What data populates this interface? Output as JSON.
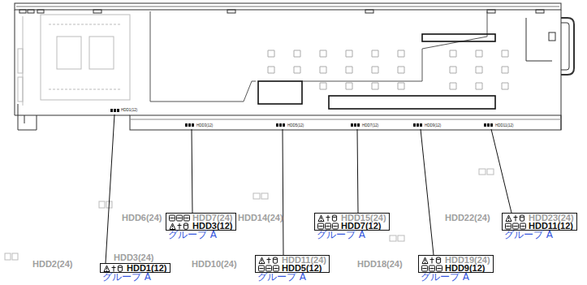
{
  "diagram": {
    "nodes": [
      {
        "text": [
          "HDD1(12)",
          "グループ A"
        ]
      },
      {
        "text": [
          "HDD3(12)",
          "グループ A"
        ]
      },
      {
        "text": [
          "HDD5(12)",
          "グループ A"
        ]
      },
      {
        "text": [
          "HDD7(12)",
          "グループ A"
        ]
      },
      {
        "text": [
          "HDD9(12)",
          "グループ A"
        ]
      },
      {
        "text": [
          "HDD11(12)",
          "グループ A"
        ]
      }
    ],
    "labels": [
      "HDD2(24)",
      "HDD3(24)",
      "HDD6(24)",
      "HDD7(24)",
      "HDD10(24)",
      "HDD11(24)",
      "HDD14(24)",
      "HDD15(24)",
      "HDD18(24)",
      "HDD19(24)",
      "HDD22(24)",
      "HDD23(24)",
      "HDD1(12)",
      "HDD3(12)",
      "HDD5(12)",
      "HDD7(12)",
      "HDD9(12)",
      "HDD11(12)"
    ]
  }
}
